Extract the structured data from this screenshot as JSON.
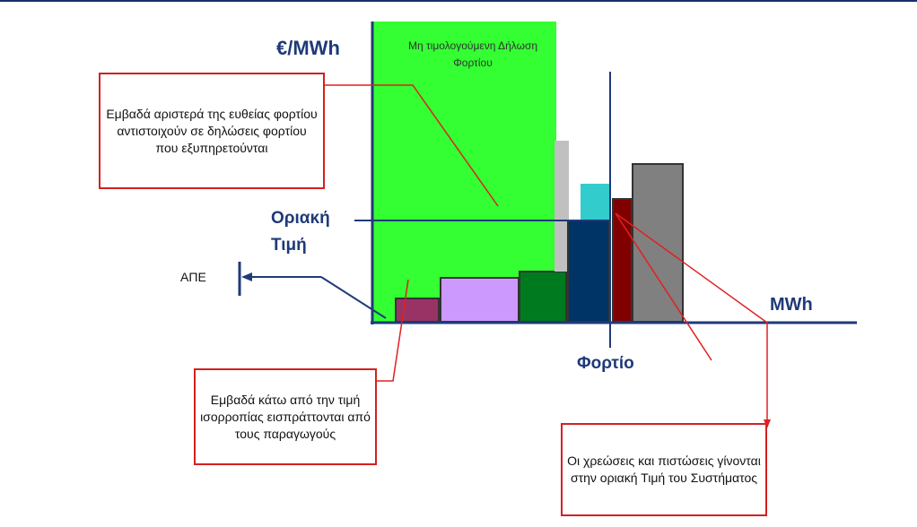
{
  "y_axis_label": "€/MWh",
  "x_axis_label": "MWh",
  "green_area_label": "Μη τιμολογούμενη Δήλωση Φορτίου",
  "marginal_price_label": "Οριακή Τιμή",
  "load_label": "Φορτίο",
  "res_label": "ΑΠΕ",
  "callouts": {
    "left_area": "Εμβαδά αριστερά της ευθείας φορτίου αντιστοιχούν σε δηλώσεις φορτίου που εξυπηρετούνται",
    "below_price": "Εμβαδά κάτω από την τιμή ισορροπίας εισπράττονται από τους παραγωγούς",
    "charges": "Οι χρεώσεις και πιστώσεις γίνονται στην οριακή Τιμή του Συστήματος"
  },
  "colors": {
    "green_area": "#33ff33",
    "callout_border": "#d42020",
    "axis_text": "#1f3a78",
    "block_1": "#993366",
    "block_2": "#cc99ff",
    "block_3": "#007a1f",
    "block_4": "#003366",
    "block_5": "#33cccc",
    "block_6": "#800000",
    "block_7": "#808080",
    "block_top": "#c0c0c0"
  }
}
